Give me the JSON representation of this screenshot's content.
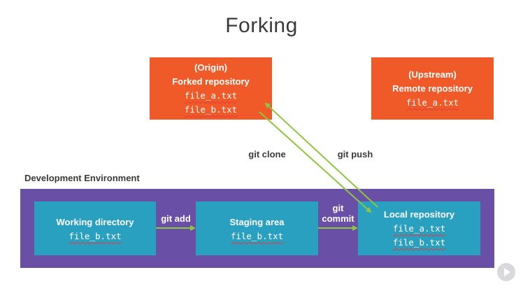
{
  "title": "Forking",
  "origin": {
    "tag": "(Origin)",
    "name": "Forked repository",
    "files": [
      "file_a.txt",
      "file_b.txt"
    ]
  },
  "upstream": {
    "tag": "(Upstream)",
    "name": "Remote repository",
    "files": [
      "file_a.txt"
    ]
  },
  "environment": {
    "label": "Development Environment",
    "working_directory": {
      "name": "Working directory",
      "file": "file_b.txt"
    },
    "staging_area": {
      "name": "Staging area",
      "file": "file_b.txt"
    },
    "local_repository": {
      "name": "Local repository",
      "files": [
        "file_a.txt",
        "file_b.txt"
      ]
    }
  },
  "edges": {
    "git_clone": "git clone",
    "git_push": "git push",
    "git_add": "git add",
    "git_commit_line1": "git",
    "git_commit_line2": "commit"
  },
  "colors": {
    "orange": "#f05a28",
    "teal": "#2aa0c0",
    "purple": "#6a4fa7",
    "arrow_green": "#8dc63f"
  },
  "icons": {
    "player": "play-icon"
  }
}
